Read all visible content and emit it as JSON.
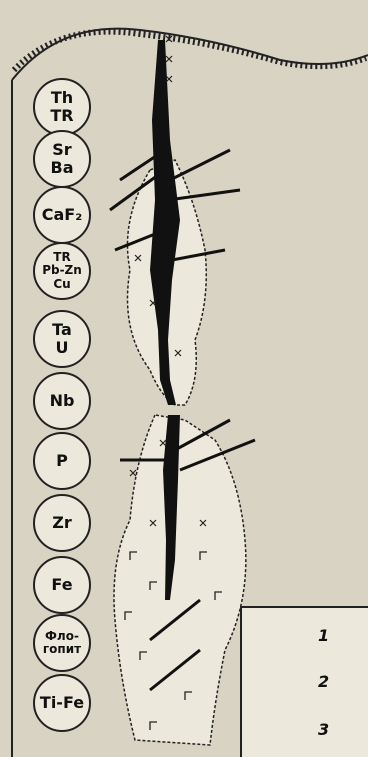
{
  "elements": [
    {
      "l1": "Th",
      "l2": "TR"
    },
    {
      "l1": "Sr",
      "l2": "Ba"
    },
    {
      "l1": "CaF₂",
      "l2": ""
    },
    {
      "l1": "TR",
      "l2": "Pb-Zn",
      "l3": "Cu"
    },
    {
      "l1": "Ta",
      "l2": "U"
    },
    {
      "l1": "Nb",
      "l2": ""
    },
    {
      "l1": "P",
      "l2": ""
    },
    {
      "l1": "Zr",
      "l2": ""
    },
    {
      "l1": "Fe",
      "l2": ""
    },
    {
      "l1": "Фло-",
      "l2": "гопит"
    },
    {
      "l1": "Ti-Fe",
      "l2": ""
    }
  ],
  "legend": [
    "1",
    "2",
    "3"
  ]
}
